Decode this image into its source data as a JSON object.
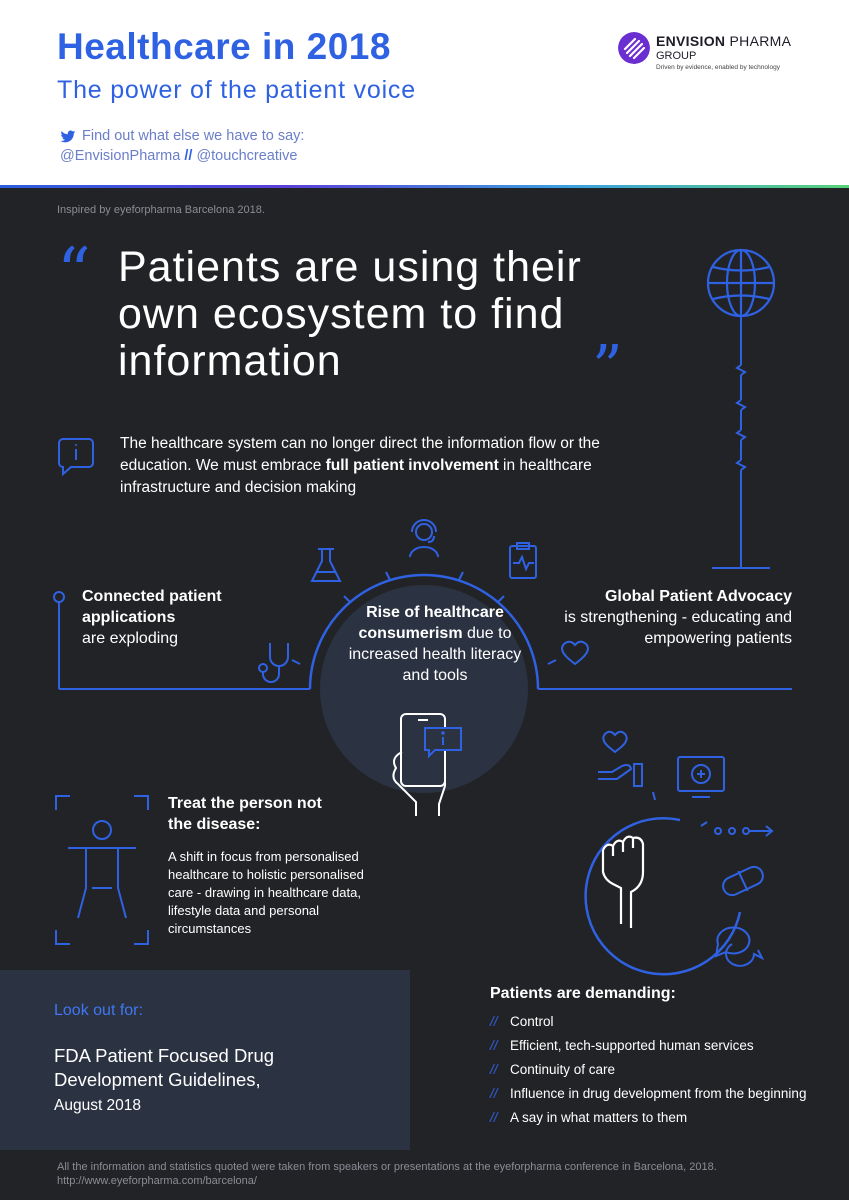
{
  "header": {
    "title": "Healthcare in 2018",
    "subtitle": "The power of the patient voice",
    "find_out": "Find out what else we have to say:",
    "handle1": "@EnvisionPharma",
    "separator": "//",
    "handle2": "@touchcreative"
  },
  "logo": {
    "name_bold": "ENVISION",
    "name_light": "PHARMA",
    "group": "GROUP",
    "tagline": "Driven by evidence, enabled by technology"
  },
  "inspired": "Inspired by eyeforpharma Barcelona 2018.",
  "headline": "Patients are using their own ecosystem to find information",
  "info": {
    "part1": "The healthcare system can no longer direct the information flow or the education. We must embrace ",
    "bold": "full patient involvement",
    "part2": " in healthcare infrastructure and decision making"
  },
  "connected": {
    "bold": "Connected patient applications",
    "rest": "are exploding"
  },
  "consumerism": {
    "bold": "Rise of healthcare consumerism",
    "rest": " due to increased health literacy and tools"
  },
  "advocacy": {
    "bold": "Global Patient Advocacy",
    "rest": "is strengthening - educating and empowering patients"
  },
  "treat": {
    "title": "Treat the person not the disease:",
    "body": "A shift in focus from personalised healthcare to holistic personalised care - drawing in healthcare data, lifestyle data and personal circumstances"
  },
  "lookout": {
    "label": "Look out for:",
    "line": "FDA Patient Focused Drug Development Guidelines,",
    "date": "August 2018"
  },
  "demanding": {
    "title": "Patients are demanding:",
    "slash": "//",
    "items": [
      "Control",
      "Efficient, tech-supported human services",
      "Continuity of care",
      "Influence in drug development from the beginning",
      "A say in what matters to them"
    ]
  },
  "footer": {
    "note": "All the information and statistics quoted were taken from speakers or presentations at the eyeforpharma conference in Barcelona, 2018.",
    "url": "http://www.eyeforpharma.com/barcelona/"
  },
  "colors": {
    "accent": "#2f62e3",
    "background": "#222326",
    "panel": "#2b3242"
  },
  "icons": [
    "twitter-icon",
    "envision-logo",
    "globe-icon",
    "info-icon",
    "flask-icon",
    "headset-icon",
    "clipboard-heartbeat-icon",
    "stethoscope-icon",
    "heart-icon",
    "smartphone-info-icon",
    "person-scan-icon",
    "document-icon",
    "hand-heart-icon",
    "medical-monitor-icon",
    "pill-icon",
    "chat-bubbles-icon",
    "fist-icon"
  ]
}
